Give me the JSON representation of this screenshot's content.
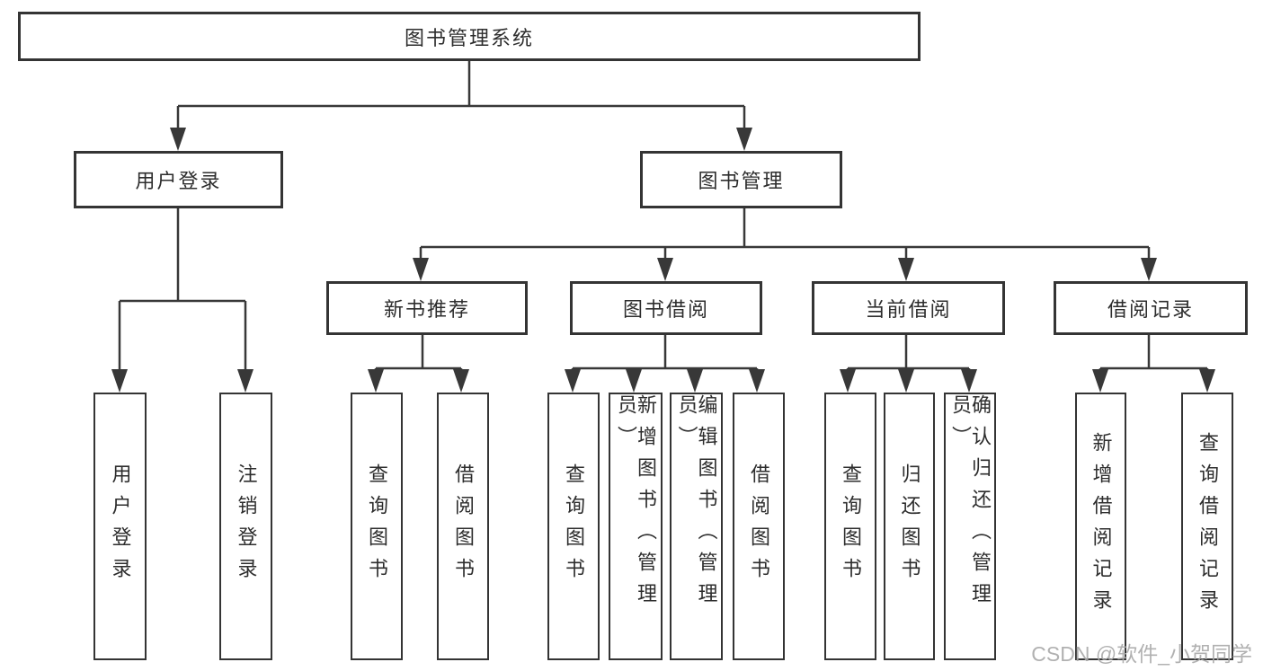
{
  "diagram": {
    "root": {
      "label": "图书管理系统"
    },
    "branches": [
      {
        "label": "用户登录",
        "children": [
          {
            "label": "用户登录"
          },
          {
            "label": "注销登录"
          }
        ]
      },
      {
        "label": "图书管理",
        "children": [
          {
            "label": "新书推荐",
            "children": [
              {
                "label": "查询图书"
              },
              {
                "label": "借阅图书"
              }
            ]
          },
          {
            "label": "图书借阅",
            "children": [
              {
                "label": "查询图书"
              },
              {
                "label": "新增图书（管理员）"
              },
              {
                "label": "编辑图书（管理员）"
              },
              {
                "label": "借阅图书"
              }
            ]
          },
          {
            "label": "当前借阅",
            "children": [
              {
                "label": "查询图书"
              },
              {
                "label": "归还图书"
              },
              {
                "label": "确认归还（管理员）"
              }
            ]
          },
          {
            "label": "借阅记录",
            "children": [
              {
                "label": "新增借阅记录"
              },
              {
                "label": "查询借阅记录"
              }
            ]
          }
        ]
      }
    ],
    "watermark": "CSDN @软件_小贺同学",
    "colors": {
      "line": "#383838",
      "box_border": "#343434",
      "text": "#2d2d2d",
      "watermark": "#a8a8a8",
      "background": "#ffffff"
    }
  }
}
